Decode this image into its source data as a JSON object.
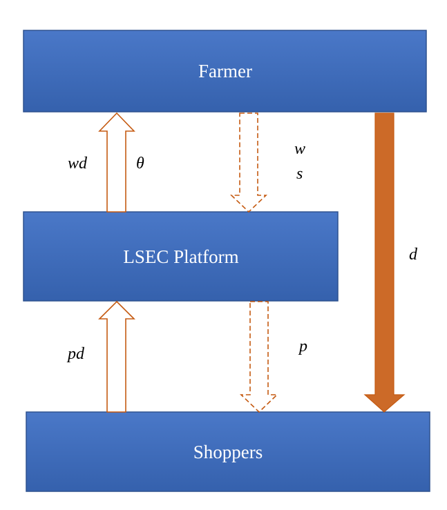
{
  "nodes": {
    "farmer": "Farmer",
    "platform": "LSEC Platform",
    "shoppers": "Shoppers"
  },
  "flows": {
    "platform_to_farmer_left": "wd",
    "platform_to_farmer_right": "θ",
    "farmer_to_platform_top": "w",
    "farmer_to_platform_bottom": "s",
    "farmer_to_shoppers": "d",
    "shoppers_to_platform": "pd",
    "platform_to_shoppers": "p"
  },
  "colors": {
    "box_fill_top": "#4a78c8",
    "box_fill_bottom": "#3561ad",
    "box_border": "#2f528f",
    "arrow_outline": "#c55a11",
    "arrow_fill": "#cc6a28"
  }
}
